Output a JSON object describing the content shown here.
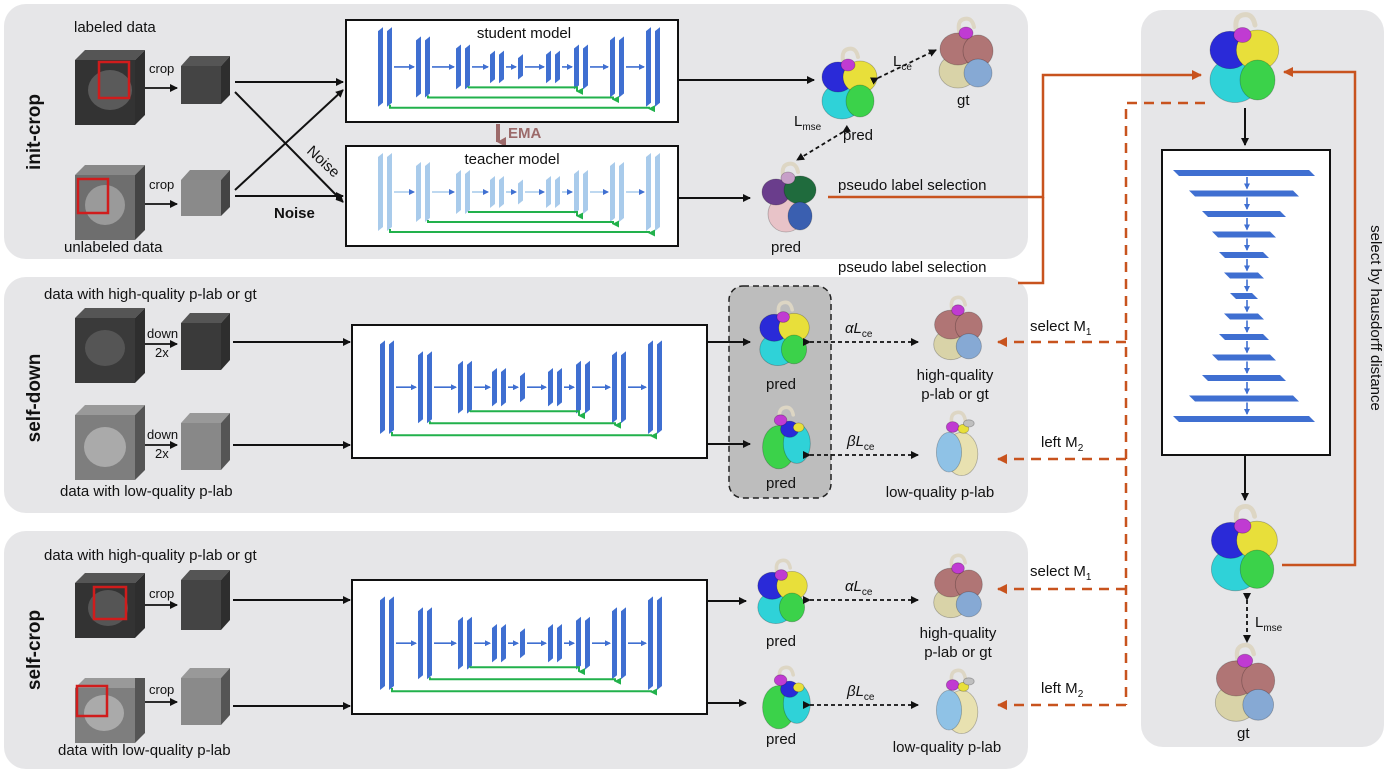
{
  "colors": {
    "panel": "#e6e6e8",
    "enc_blue": "#3f6fd1",
    "light_blue": "#a9cbeb",
    "skip_green": "#22b14c",
    "orange": "#c8531e",
    "ema_brown": "#9c6a6a"
  },
  "sections": {
    "init": "init-crop",
    "down": "self-down",
    "crop": "self-crop"
  },
  "init": {
    "labeled": "labeled data",
    "unlabeled": "unlabeled data",
    "crop1": "crop",
    "crop2": "crop",
    "noise_diag": "Noise",
    "noise": "Noise",
    "student": "student model",
    "teacher": "teacher model",
    "ema": "EMA",
    "pred1": "pred",
    "pred2": "pred",
    "gt": "gt",
    "lce": "L",
    "lce_sub": "ce",
    "lmse": "L",
    "lmse_sub": "mse",
    "pseudo": "pseudo label selection"
  },
  "down": {
    "pseudo": "pseudo label selection",
    "hq_data": "data with high-quality p-lab or gt",
    "lq_data": "data with low-quality p-lab",
    "down1": "down",
    "x1": "2x",
    "down2": "down",
    "x2": "2x",
    "pred1": "pred",
    "pred2": "pred",
    "alpha": "αL",
    "alpha_sub": "ce",
    "beta": "βL",
    "beta_sub": "ce",
    "hq_line1": "high-quality",
    "hq_line2": "p-lab or gt",
    "lq": "low-quality p-lab",
    "select": "select M",
    "select_sub": "1",
    "left": "left M",
    "left_sub": "2"
  },
  "crop": {
    "hq_data": "data with high-quality p-lab or gt",
    "lq_data": "data with low-quality p-lab",
    "crop1": "crop",
    "crop2": "crop",
    "pred1": "pred",
    "pred2": "pred",
    "alpha": "αL",
    "alpha_sub": "ce",
    "beta": "βL",
    "beta_sub": "ce",
    "hq_line1": "high-quality",
    "hq_line2": "p-lab or gt",
    "lq": "low-quality p-lab",
    "select": "select M",
    "select_sub": "1",
    "left": "left M",
    "left_sub": "2"
  },
  "right": {
    "vertical": "select by hausdorff distance",
    "lmse": "L",
    "lmse_sub": "mse",
    "gt": "gt"
  }
}
